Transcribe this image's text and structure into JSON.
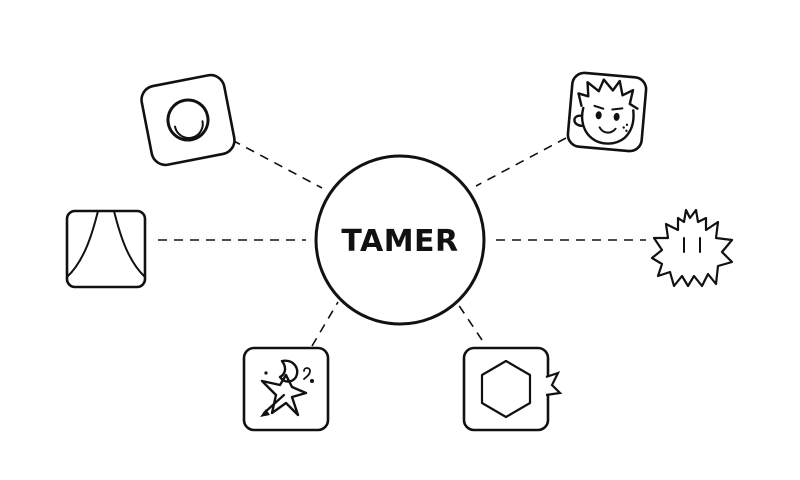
{
  "hub": {
    "label": "TAMER"
  },
  "nodes": [
    {
      "name": "ring",
      "icon": "ring-icon",
      "position": "top-left"
    },
    {
      "name": "face",
      "icon": "cartoon-face-icon",
      "position": "top-right"
    },
    {
      "name": "curtain",
      "icon": "curtain-arch-icon",
      "position": "left"
    },
    {
      "name": "crown",
      "icon": "spiky-crown-icon",
      "position": "right"
    },
    {
      "name": "figure",
      "icon": "dancing-figure-icon",
      "position": "bottom-left"
    },
    {
      "name": "hexagon",
      "icon": "hexagon-icon",
      "position": "bottom-right"
    }
  ],
  "colors": {
    "line": "#111111",
    "background": "#ffffff"
  }
}
